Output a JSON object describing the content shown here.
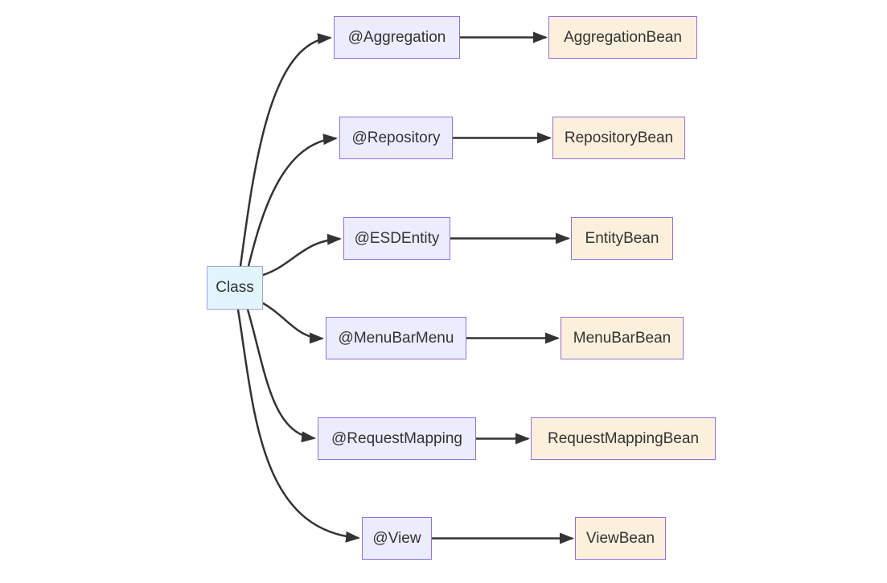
{
  "diagram": {
    "type": "flowchart-left-to-right",
    "root": {
      "label": "Class"
    },
    "rows": [
      {
        "annotation": "@Aggregation",
        "bean": "AggregationBean"
      },
      {
        "annotation": "@Repository",
        "bean": "RepositoryBean"
      },
      {
        "annotation": "@ESDEntity",
        "bean": "EntityBean"
      },
      {
        "annotation": "@MenuBarMenu",
        "bean": "MenuBarBean"
      },
      {
        "annotation": "@RequestMapping",
        "bean": "RequestMappingBean"
      },
      {
        "annotation": "@View",
        "bean": "ViewBean"
      }
    ],
    "colors": {
      "root_fill": "#e1f5fe",
      "root_border": "#a9a0dd",
      "annotation_fill": "#ececff",
      "annotation_border": "#9370db",
      "bean_fill": "#faf0dc",
      "bean_border": "#9370db",
      "edge": "#333333",
      "text": "#333333",
      "background": "#ffffff"
    }
  }
}
